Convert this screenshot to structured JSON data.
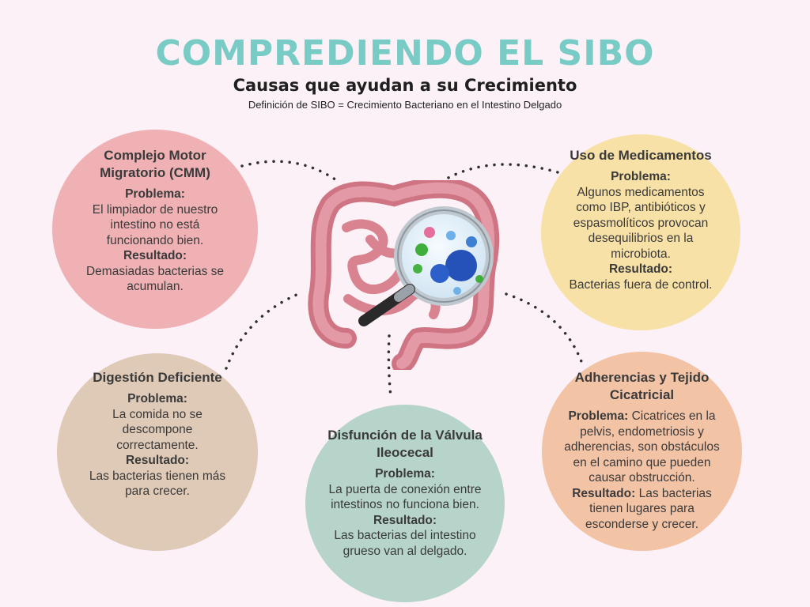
{
  "header": {
    "title": "COMPREDIENDO EL SIBO",
    "subtitle": "Causas que ayudan a su Crecimiento",
    "definition": "Definición de SIBO = Crecimiento Bacteriano en el Intestino Delgado"
  },
  "causes": {
    "cmm": {
      "title": "Complejo Motor Migratorio (CMM)",
      "problem_label": "Problema:",
      "problem": "El limpiador de nuestro intestino no está funcionando bien.",
      "result_label": "Resultado:",
      "result": "Demasiadas bacterias se acumulan."
    },
    "medications": {
      "title": "Uso de Medicamentos",
      "problem_label": "Problema:",
      "problem": "Algunos medicamentos como IBP, antibióticos y espasmolíticos provocan desequilibrios en la microbiota.",
      "result_label": "Resultado:",
      "result": "Bacterias fuera de control."
    },
    "digestion": {
      "title": "Digestión Deficiente",
      "problem_label": "Problema:",
      "problem": "La comida no se descompone correctamente.",
      "result_label": "Resultado:",
      "result": "Las bacterias tienen más para crecer."
    },
    "valve": {
      "title": "Disfunción de la Válvula Ileocecal",
      "problem_label": "Problema:",
      "problem": "La puerta de conexión entre intestinos no funciona bien.",
      "result_label": "Resultado:",
      "result": "Las bacterias del intestino grueso van al delgado."
    },
    "adhesions": {
      "title": "Adherencias y Tejido Cicatricial",
      "problem_label": "Problema:",
      "problem": "Cicatrices en la pelvis, endometriosis y adherencias, son obstáculos en el camino que pueden causar obstrucción.",
      "result_label": "Resultado:",
      "result": "Las bacterias tienen lugares para esconderse y crecer."
    }
  },
  "colors": {
    "title": "#79cbc6",
    "background": "#fcf1f7",
    "cmm": "#efb1b4",
    "medications": "#f8e1a6",
    "digestion": "#dfc9b7",
    "valve": "#b7d4ca",
    "adhesions": "#f3c3a6"
  },
  "illustration": "intestine-magnifier-bacteria-icon"
}
